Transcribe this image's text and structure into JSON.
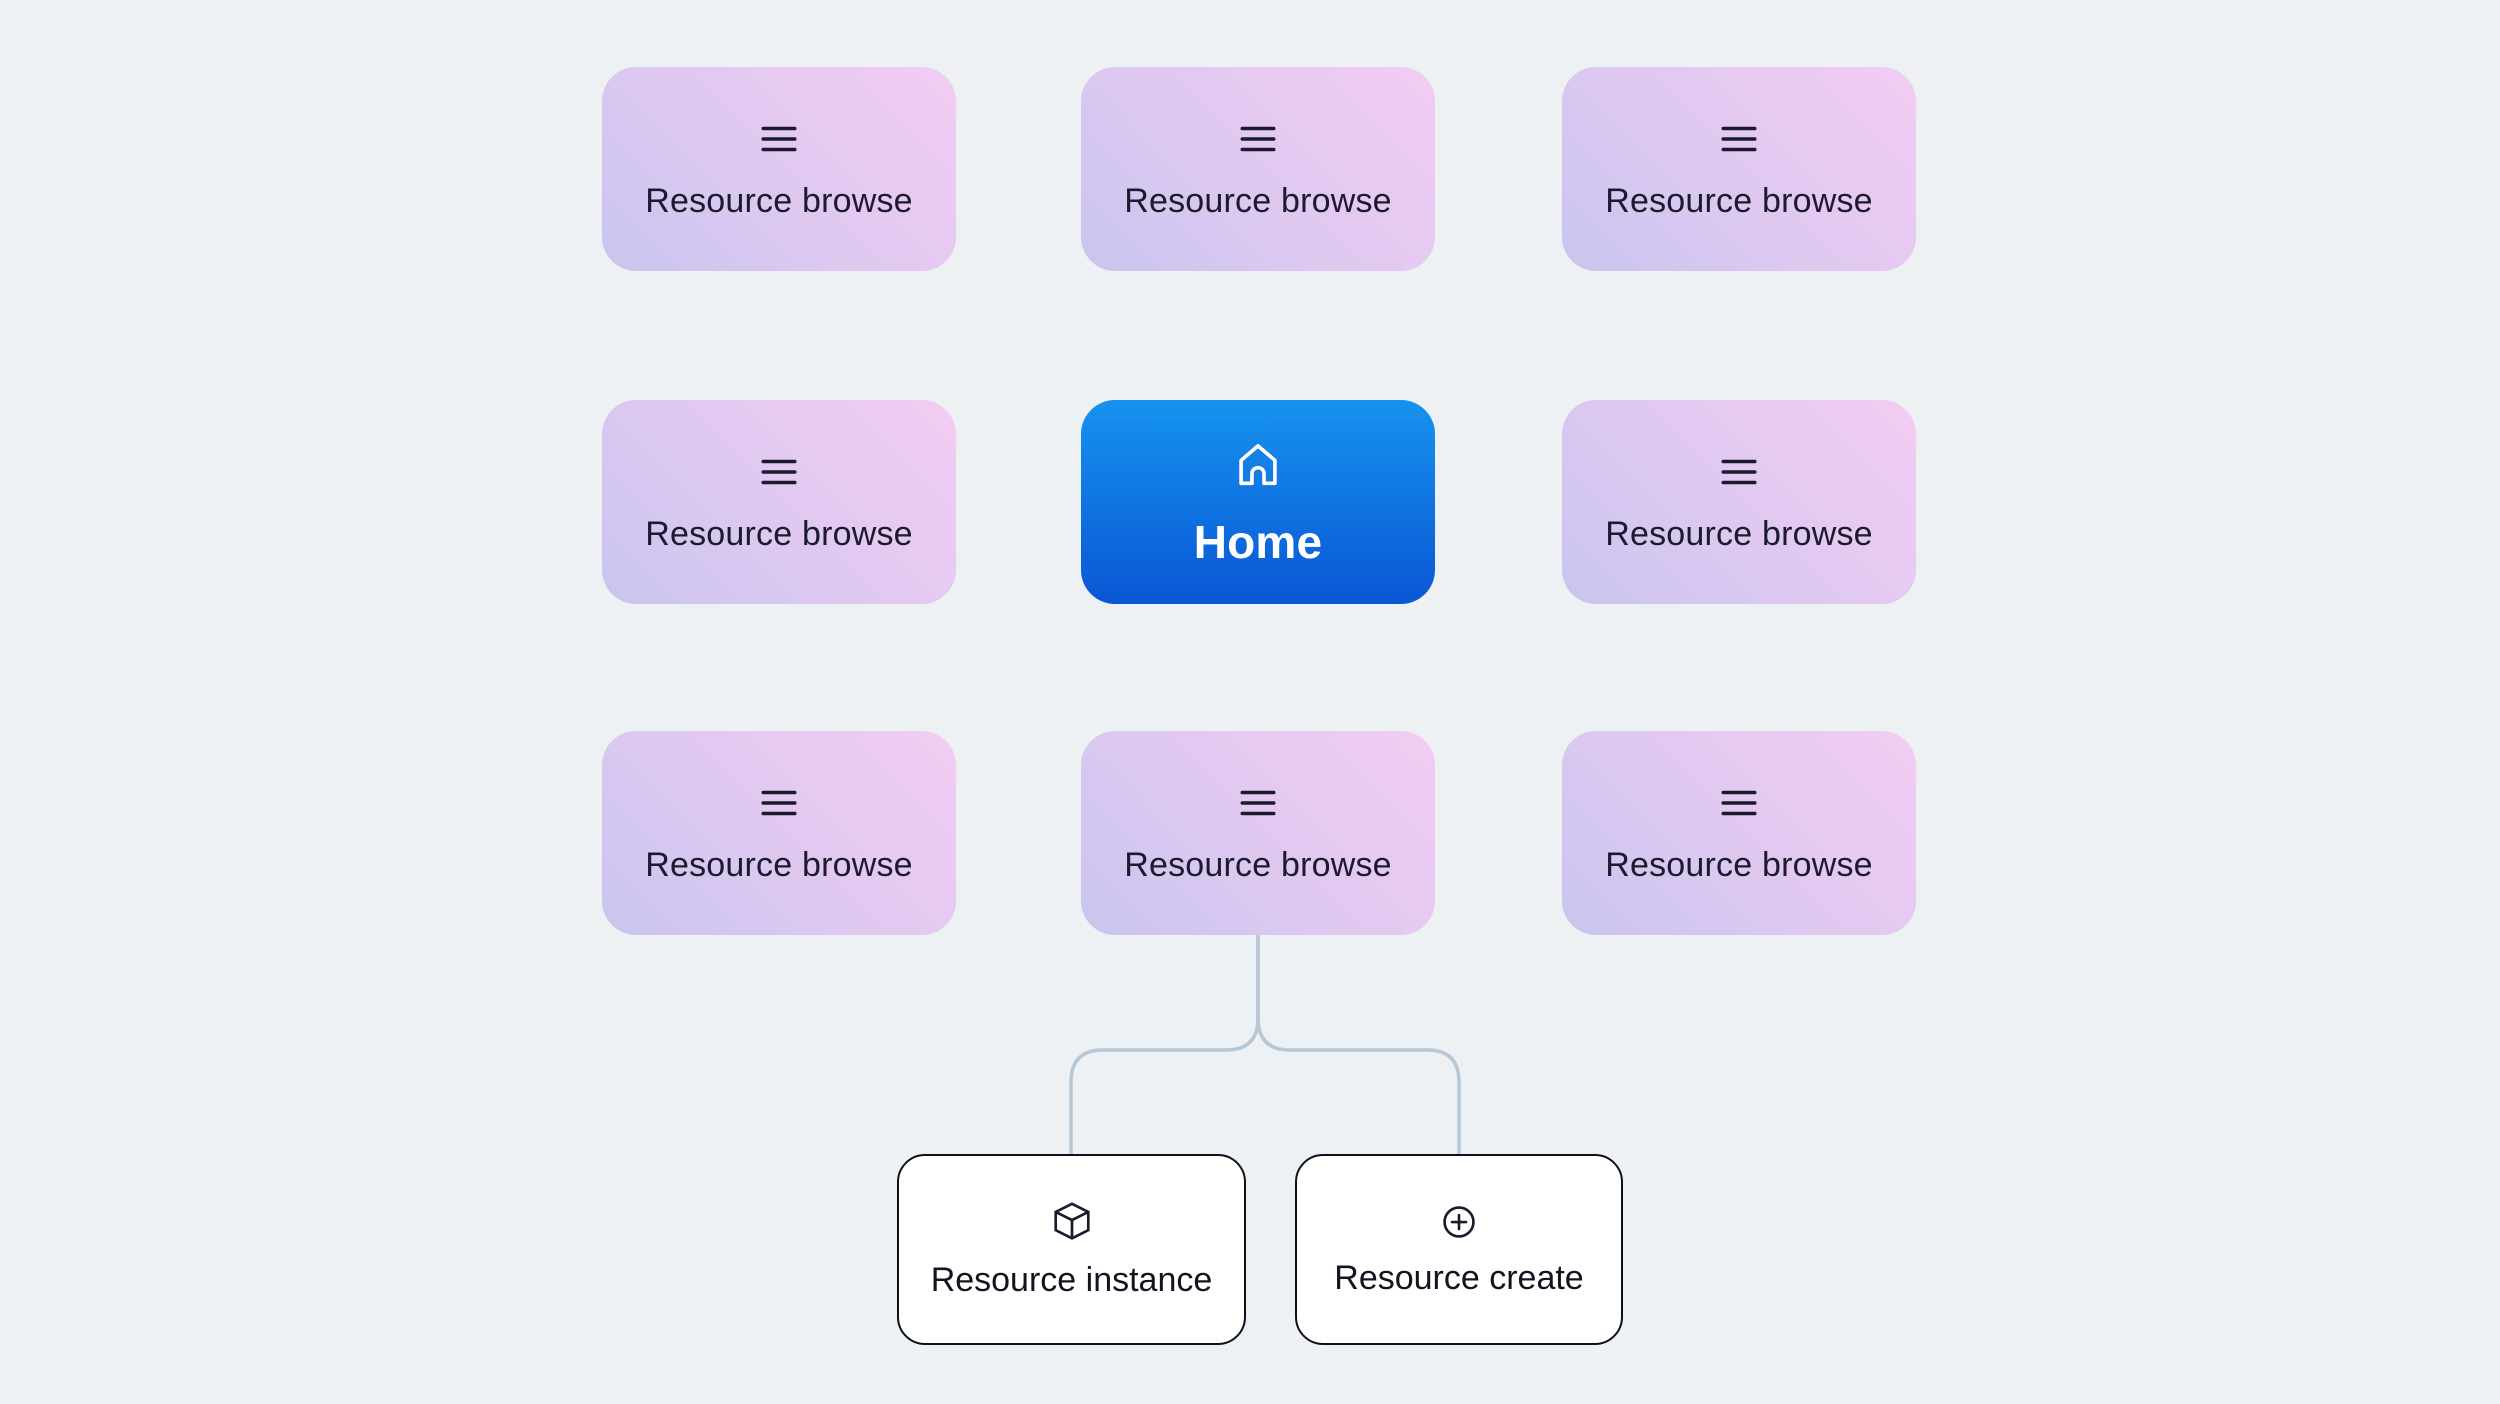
{
  "canvas": {
    "background": "#edf1f4",
    "connector_color": "#b7c7d5"
  },
  "colors": {
    "browse_gradient_start": "#f3ccf2",
    "browse_gradient_end": "#c9c5ee",
    "home_gradient_start": "#1693ee",
    "home_gradient_end": "#0a56d4",
    "card_label": "#1c1b2e",
    "home_label": "#ffffff",
    "child_border": "#10101c",
    "child_background": "#ffffff"
  },
  "cards": [
    {
      "id": "browse-r1c1",
      "type": "browse",
      "label": "Resource browse",
      "icon": "list-lines-icon"
    },
    {
      "id": "browse-r1c2",
      "type": "browse",
      "label": "Resource browse",
      "icon": "list-lines-icon"
    },
    {
      "id": "browse-r1c3",
      "type": "browse",
      "label": "Resource browse",
      "icon": "list-lines-icon"
    },
    {
      "id": "browse-r2c1",
      "type": "browse",
      "label": "Resource browse",
      "icon": "list-lines-icon"
    },
    {
      "id": "home",
      "type": "home",
      "label": "Home",
      "icon": "home-icon"
    },
    {
      "id": "browse-r2c3",
      "type": "browse",
      "label": "Resource browse",
      "icon": "list-lines-icon"
    },
    {
      "id": "browse-r3c1",
      "type": "browse",
      "label": "Resource browse",
      "icon": "list-lines-icon"
    },
    {
      "id": "browse-r3c2",
      "type": "browse",
      "label": "Resource browse",
      "icon": "list-lines-icon"
    },
    {
      "id": "browse-r3c3",
      "type": "browse",
      "label": "Resource browse",
      "icon": "list-lines-icon"
    }
  ],
  "children": [
    {
      "id": "resource-instance",
      "label": "Resource instance",
      "icon": "cube-icon"
    },
    {
      "id": "resource-create",
      "label": "Resource create",
      "icon": "plus-circle-icon"
    }
  ]
}
